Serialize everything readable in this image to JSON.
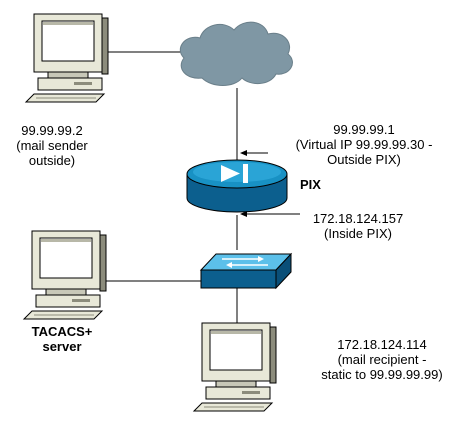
{
  "labels": {
    "sender": [
      "99.99.99.2",
      "(mail sender",
      "outside)"
    ],
    "pix_outside": [
      "99.99.99.1",
      "(Virtual IP 99.99.99.30 -",
      "Outside PIX)"
    ],
    "pix_name": "PIX",
    "pix_inside": [
      "172.18.124.157",
      "(Inside PIX)"
    ],
    "tacacs": [
      "TACACS+",
      "server"
    ],
    "recipient": [
      "172.18.124.114",
      "(mail recipient -",
      "static to 99.99.99.99)"
    ]
  },
  "colors": {
    "pc_body": "#e8e8d8",
    "pc_shadow": "#8c8c7c",
    "screen": "#ffffff",
    "cloud": "#7f97a4",
    "device_blue": "#1891c4",
    "device_dark": "#0c5f8e",
    "device_light": "#5cc0ea",
    "line": "#000000"
  }
}
